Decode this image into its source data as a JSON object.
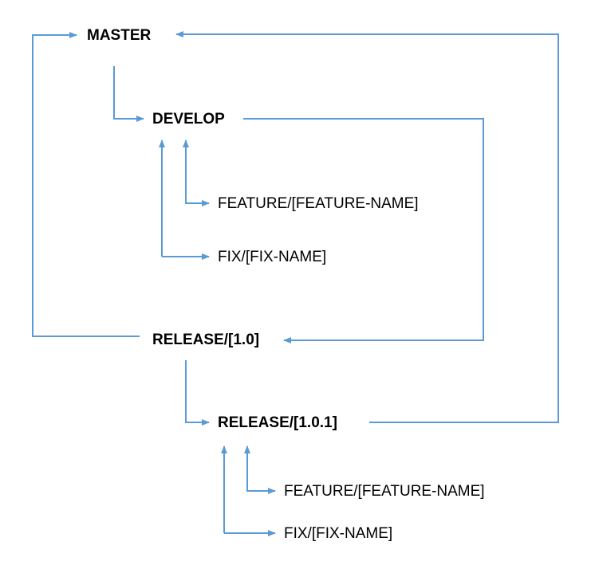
{
  "diagram": {
    "colors": {
      "connector": "#5b9bd5",
      "text": "#000000"
    },
    "nodes": {
      "master": "MASTER",
      "develop": "DEVELOP",
      "develop_feature": "FEATURE/[FEATURE-NAME]",
      "develop_fix": "FIX/[FIX-NAME]",
      "release": "RELEASE/[1.0]",
      "release_patch": "RELEASE/[1.0.1]",
      "patch_feature": "FEATURE/[FEATURE-NAME]",
      "patch_fix": "FIX/[FIX-NAME]"
    }
  }
}
